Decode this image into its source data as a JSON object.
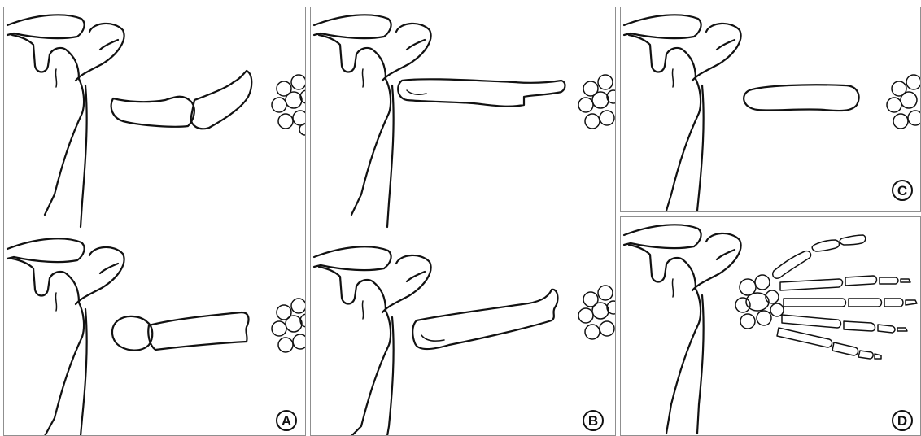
{
  "figure": {
    "panels": [
      {
        "label": "A"
      },
      {
        "label": "B"
      },
      {
        "label": "C"
      },
      {
        "label": "D"
      }
    ]
  },
  "colors": {
    "line": "#111111",
    "panel_border": "#8f8f8f",
    "background": "#ffffff"
  }
}
